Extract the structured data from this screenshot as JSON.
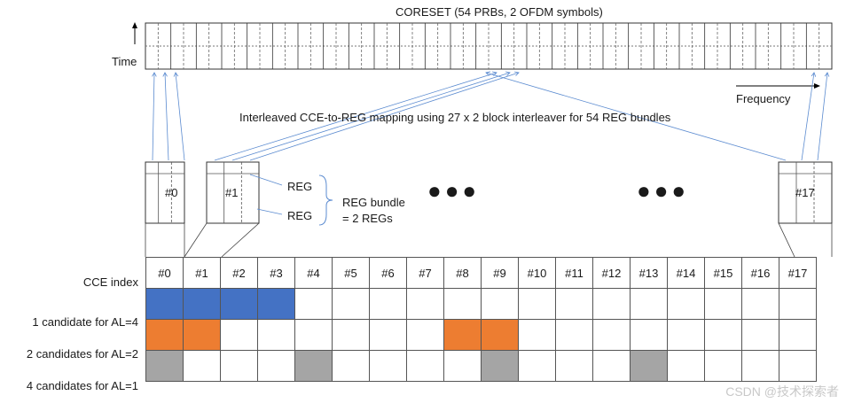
{
  "coreset_title": "CORESET (54 PRBs, 2 OFDM symbols)",
  "time_label": "Time",
  "frequency_label": "Frequency",
  "mapping_caption": "Interleaved CCE-to-REG mapping using 27 x 2 block interleaver for 54 REG bundles",
  "cce_boxes": [
    {
      "label": "#0"
    },
    {
      "label": "#1"
    },
    {
      "label": "#17"
    }
  ],
  "reg_label_1": "REG",
  "reg_label_2": "REG",
  "bundle_line_1": "REG bundle",
  "bundle_line_2": "= 2 REGs",
  "dots": "●●●",
  "table": {
    "header_label": "CCE index",
    "cce_indices": [
      "#0",
      "#1",
      "#2",
      "#3",
      "#4",
      "#5",
      "#6",
      "#7",
      "#8",
      "#9",
      "#10",
      "#11",
      "#12",
      "#13",
      "#14",
      "#15",
      "#16",
      "#17"
    ],
    "rows": [
      {
        "label": "1 candidate for AL=4",
        "color": "#4472c4",
        "filled": [
          0,
          1,
          2,
          3
        ]
      },
      {
        "label": "2 candidates for AL=2",
        "color": "#ed7d31",
        "filled": [
          0,
          1,
          8,
          9
        ]
      },
      {
        "label": "4 candidates for AL=1",
        "color": "#a5a5a5",
        "filled": [
          0,
          4,
          9,
          13
        ]
      }
    ]
  },
  "colors": {
    "line": "#5b8bd0",
    "blue": "#4472c4",
    "orange": "#ed7d31",
    "gray": "#a5a5a5"
  },
  "watermark": "CSDN @技术探索者"
}
